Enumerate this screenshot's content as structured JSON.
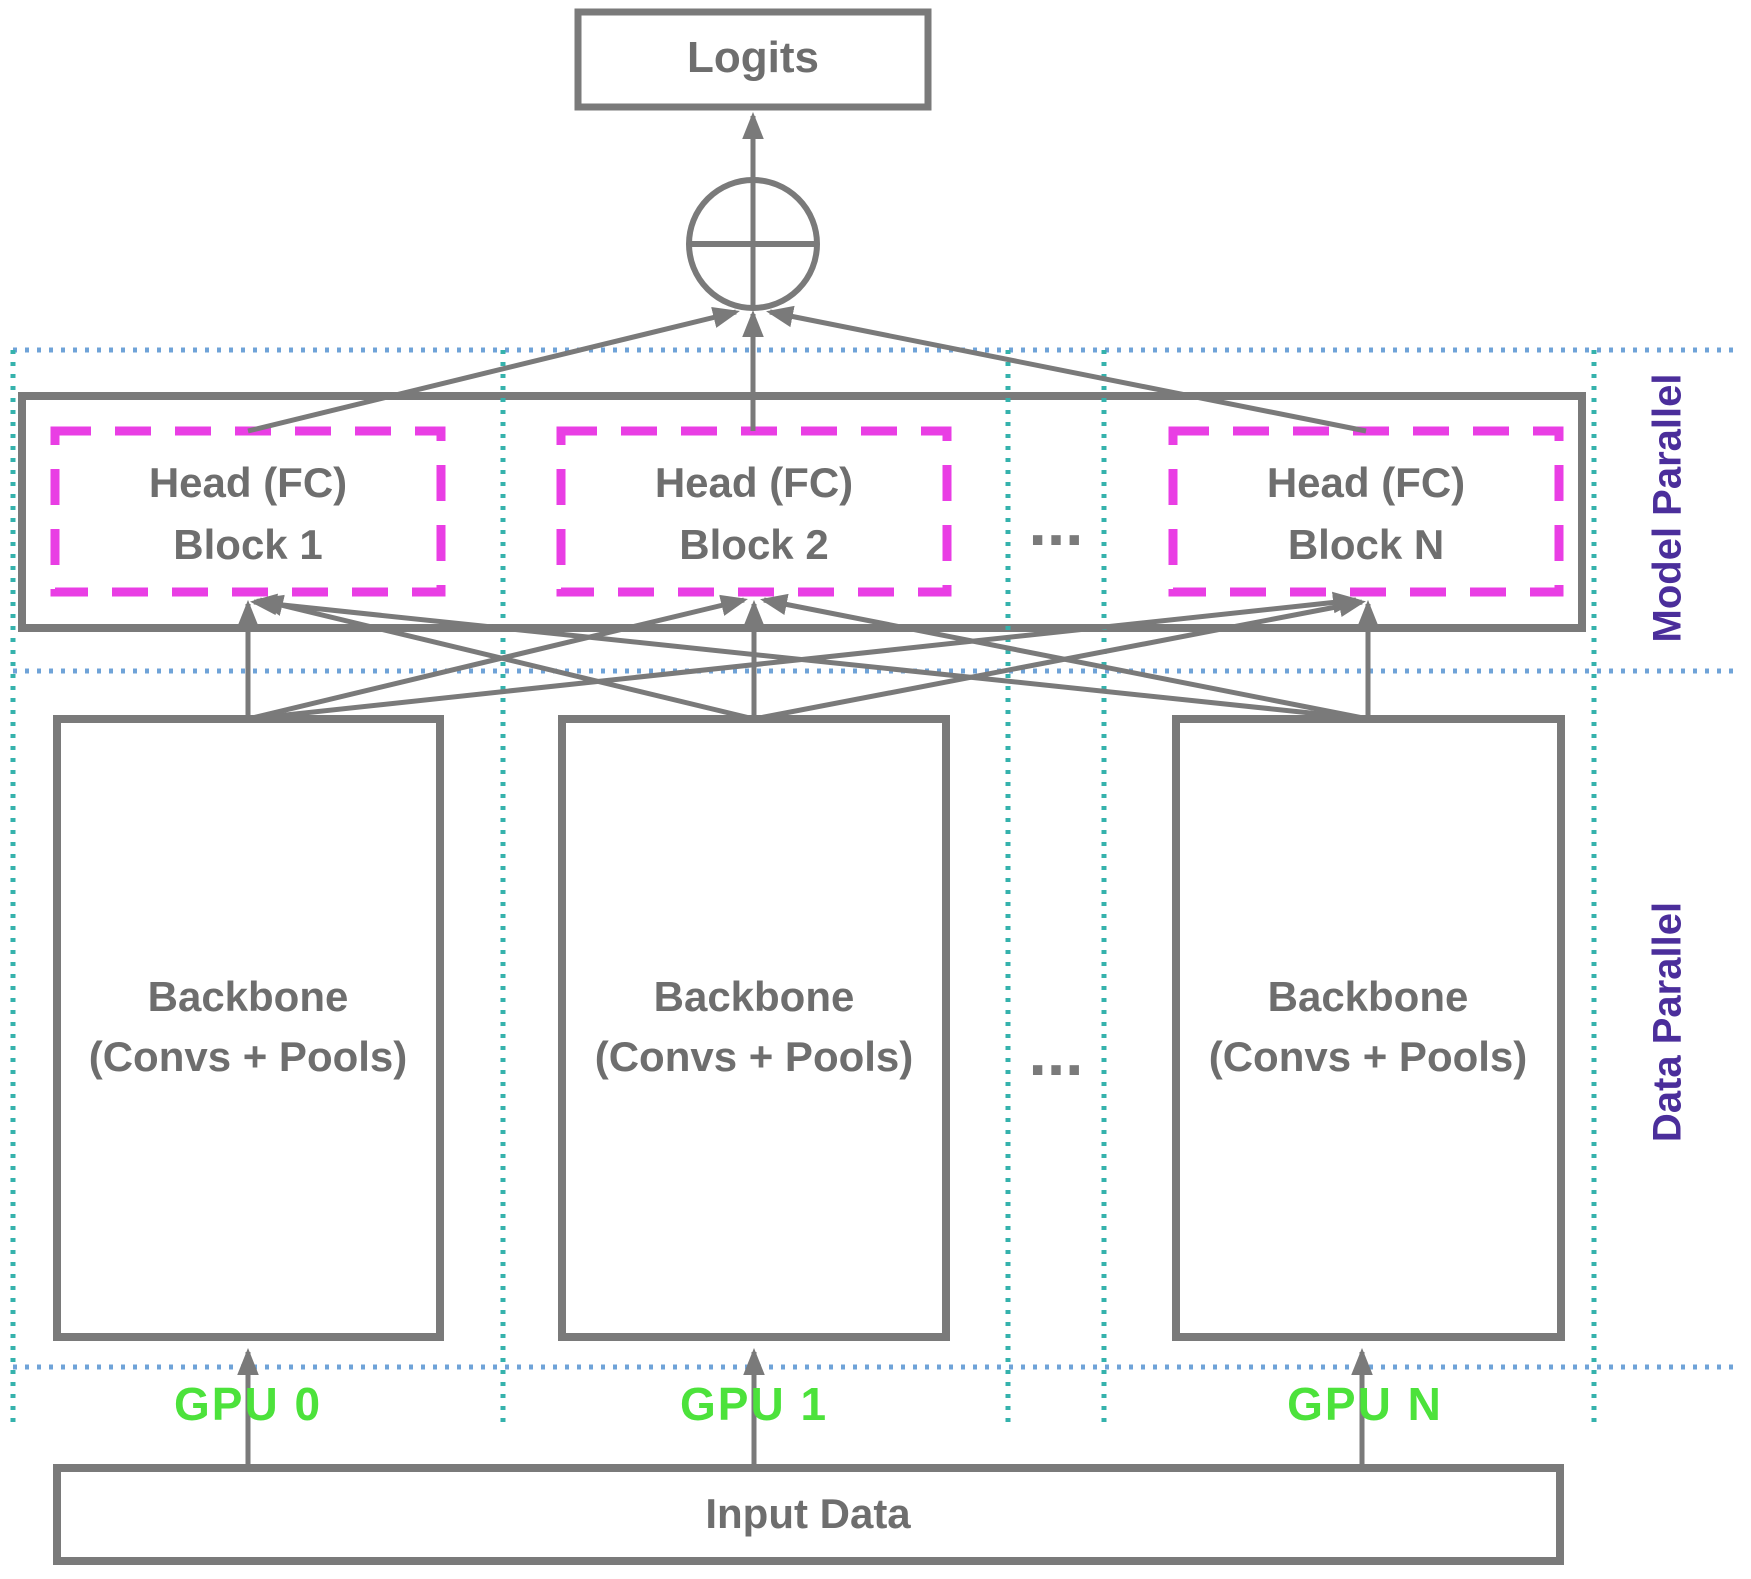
{
  "diagram": {
    "type": "neural-network-parallelism-architecture",
    "blocks": {
      "logits": "Logits",
      "input": "Input Data",
      "heads": [
        {
          "line1": "Head (FC)",
          "line2": "Block 1"
        },
        {
          "line1": "Head (FC)",
          "line2": "Block 2"
        },
        {
          "line1": "Head (FC)",
          "line2": "Block N"
        }
      ],
      "head_ellipsis": "...",
      "backbones": [
        {
          "line1": "Backbone",
          "line2": "(Convs + Pools)"
        },
        {
          "line1": "Backbone",
          "line2": "(Convs + Pools)"
        },
        {
          "line1": "Backbone",
          "line2": "(Convs + Pools)"
        }
      ],
      "backbone_ellipsis": "..."
    },
    "gpu_labels": [
      "GPU 0",
      "GPU 1",
      "GPU N"
    ],
    "region_labels": {
      "model_parallel": "Model Parallel",
      "data_parallel": "Data Parallel"
    },
    "icons": {
      "sum_node": "circled-plus-aggregation"
    },
    "colors": {
      "box_border_gray": "#7a7a7a",
      "text_gray": "#6e6e6e",
      "head_dashed_magenta": "#e93ee4",
      "gpu_green": "#4ce23b",
      "region_purple": "#4b2e9b",
      "dotted_horizontal_blue": "#6fa3d8",
      "dotted_vertical_teal": "#35b2ac",
      "background": "#ffffff"
    }
  }
}
